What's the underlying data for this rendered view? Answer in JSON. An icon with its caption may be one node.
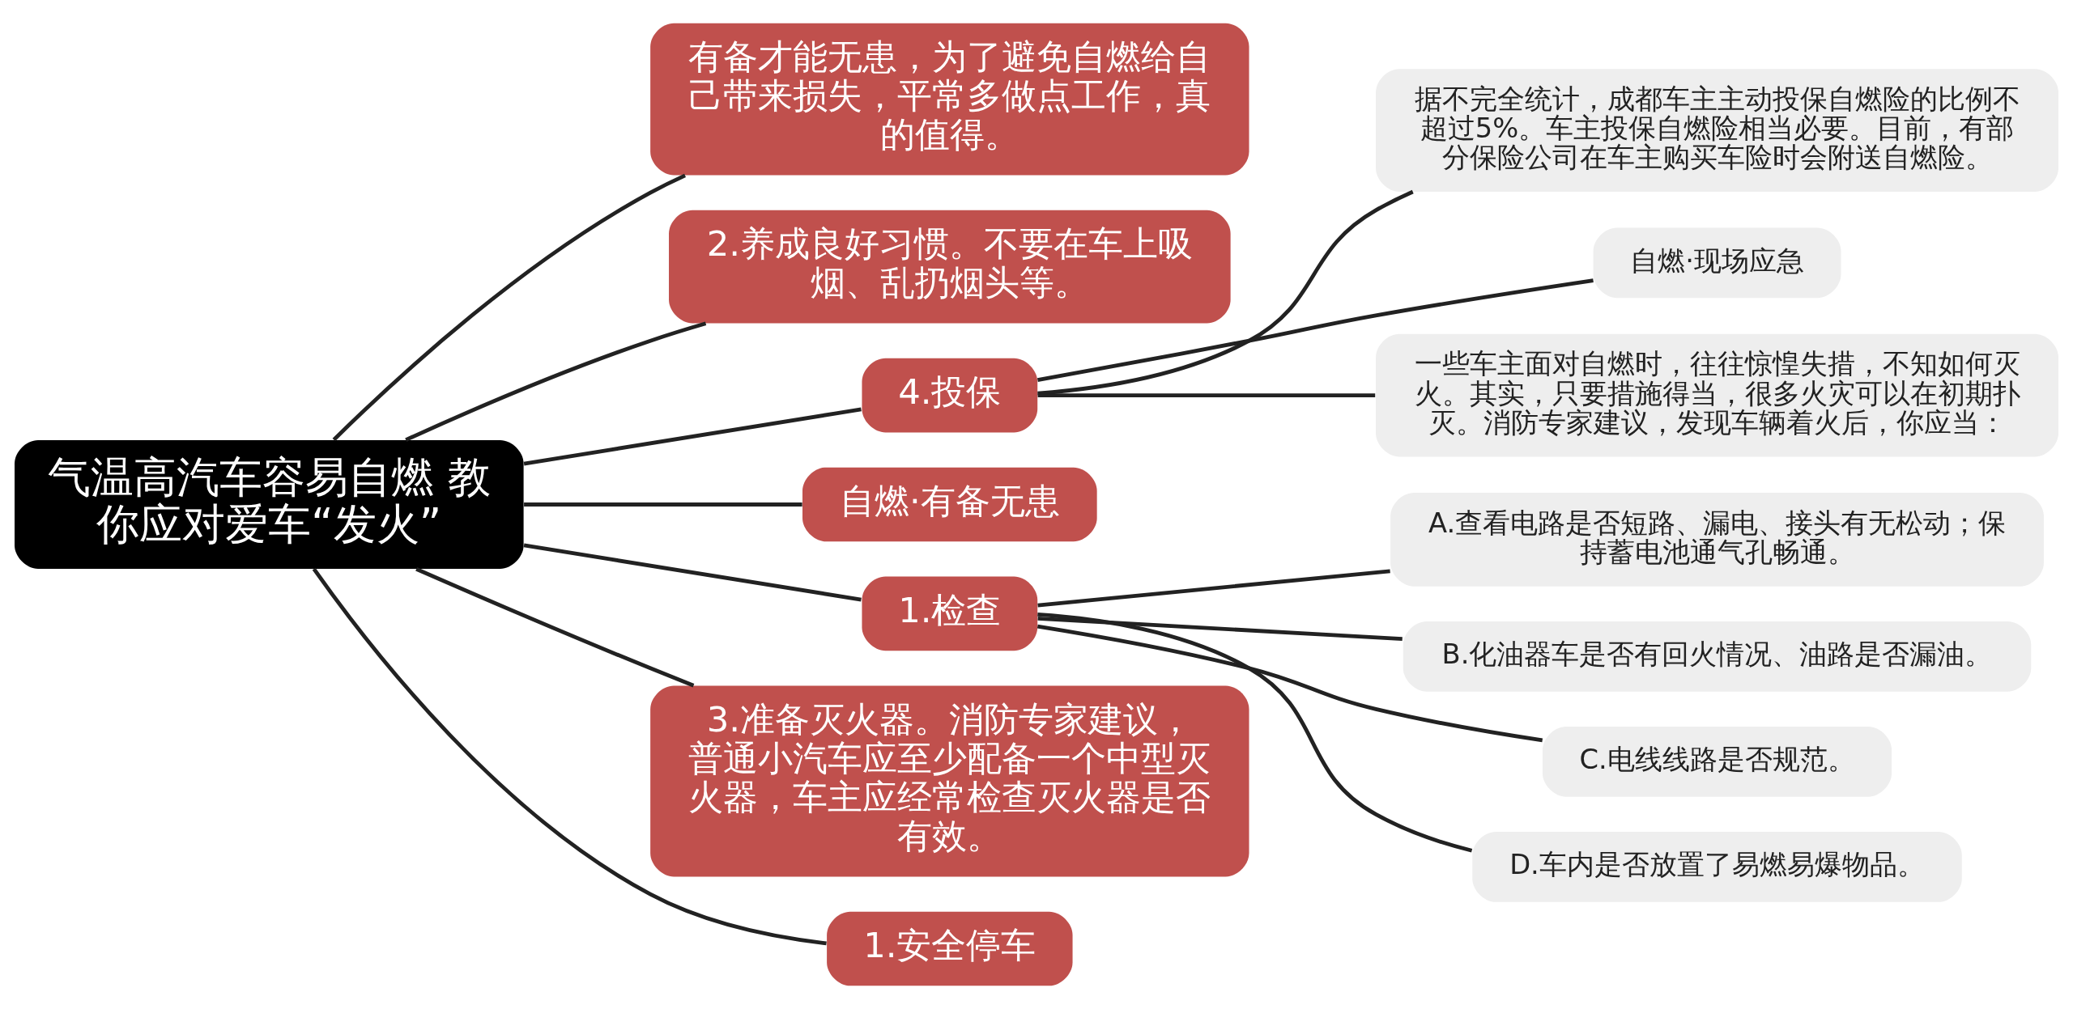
{
  "diagram": {
    "nodes": [
      {
        "text": [
          "气温高汽车容易自燃 教你应对爱车“发火”"
        ]
      },
      {
        "text": [
          "有备才能无患，为了避免自燃给自己带来损失，平常多做点工作，真的值得。"
        ]
      },
      {
        "text": [
          "2.养成良好习惯。不要在车上吸烟、乱扔烟头等。"
        ]
      },
      {
        "text": [
          "4.投保"
        ]
      },
      {
        "text": [
          "据不完全统计，成都车主主动投保自燃险的比例不超过5%。车主投保自燃险相当必要。目前，有部分保险公司在车主购买车险时会附送自燃险。"
        ]
      },
      {
        "text": [
          "自燃·现场应急"
        ]
      },
      {
        "text": [
          "一些车主面对自燃时，往往惊惶失措，不知如何灭火。其实，只要措施得当，很多火灾可以在初期扑灭。消防专家建议，发现车辆着火后，你应当："
        ]
      },
      {
        "text": [
          "自燃·有备无患"
        ]
      },
      {
        "text": [
          "1.检查"
        ]
      },
      {
        "text": [
          "A.查看电路是否短路、漏电、接头有无松动；保持蓄电池通气孔畅通。"
        ]
      },
      {
        "text": [
          "B.化油器车是否有回火情况、油路是否漏油。"
        ]
      },
      {
        "text": [
          "C.电线线路是否规范。"
        ]
      },
      {
        "text": [
          "D.车内是否放置了易燃易爆物品。"
        ]
      },
      {
        "text": [
          "3.准备灭火器。消防专家建议，普通小汽车应至少配备一个中型灭火器，车主应经常检查灭火器是否有效。"
        ]
      },
      {
        "text": [
          "1.安全停车"
        ]
      }
    ],
    "edges": [
      {
        "from": 0,
        "to": 1,
        "arrow": "none"
      },
      {
        "from": 0,
        "to": 2,
        "arrow": "none"
      },
      {
        "from": 0,
        "to": 3,
        "arrow": "none"
      },
      {
        "from": 3,
        "to": 4,
        "arrow": "none"
      },
      {
        "from": 3,
        "to": 5,
        "arrow": "none"
      },
      {
        "from": 3,
        "to": 6,
        "arrow": "none"
      },
      {
        "from": 0,
        "to": 7,
        "arrow": "none"
      },
      {
        "from": 0,
        "to": 8,
        "arrow": "none"
      },
      {
        "from": 8,
        "to": 9,
        "arrow": "none"
      },
      {
        "from": 8,
        "to": 10,
        "arrow": "none"
      },
      {
        "from": 8,
        "to": 11,
        "arrow": "none"
      },
      {
        "from": 8,
        "to": 12,
        "arrow": "none"
      },
      {
        "from": 0,
        "to": 13,
        "arrow": "none"
      },
      {
        "from": 0,
        "to": 14,
        "arrow": "none"
      }
    ]
  }
}
